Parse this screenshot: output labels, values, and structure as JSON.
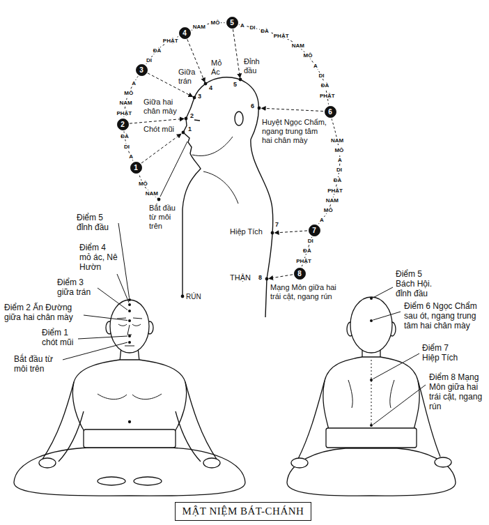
{
  "diagram": {
    "caption": "MẬT NIỆM BÁT-CHÁNH",
    "nodes": [
      {
        "text": [
          "1"
        ]
      },
      {
        "text": [
          "2"
        ]
      },
      {
        "text": [
          "3"
        ]
      },
      {
        "text": [
          "4"
        ]
      },
      {
        "text": [
          "5"
        ]
      },
      {
        "text": [
          "6"
        ]
      },
      {
        "text": [
          "7"
        ]
      },
      {
        "text": [
          "8"
        ]
      }
    ],
    "edges": [
      {
        "from": 0,
        "to": 1,
        "arrow": "none"
      },
      {
        "from": 1,
        "to": 2,
        "arrow": "none"
      },
      {
        "from": 2,
        "to": 3,
        "arrow": "none"
      },
      {
        "from": 3,
        "to": 4,
        "arrow": "none"
      },
      {
        "from": 4,
        "to": 5,
        "arrow": "none"
      },
      {
        "from": 5,
        "to": 6,
        "arrow": "none"
      },
      {
        "from": 6,
        "to": 7,
        "arrow": "none"
      }
    ],
    "labels": [
      "Giữa trán",
      "Mỏ Ác",
      "Đỉnh đầu",
      "Giữa hai chân mày",
      "Chót mũi",
      "Huyệt Ngọc Chẩm, ngang trung tâm hai chân mày",
      "Bắt đầu từ môi trên",
      "Hiệp Tích",
      "THẬN",
      "Mạng Môn giữa hai trái cật, ngang rún",
      "RÚN",
      "1",
      "2",
      "3",
      "4",
      "5",
      "6",
      "7",
      "8",
      "Điểm 5 đỉnh đầu",
      "Điểm 4 mỏ ác, Nê Hườn",
      "Điểm 3 giữa trán",
      "Điểm 2 Ấn Đường giữa hai chân mày",
      "Điểm 1 chót mũi",
      "Bắt đầu từ môi trên",
      "Điểm 5 Bách Hội. đỉnh đầu",
      "Điểm 6 Ngọc Chẩm sau ót, ngang trung tâm hai chân mày",
      "Điểm 7 Hiệp Tích",
      "Điểm 8 Mạng Môn giữa hai trái cật, ngang rún",
      "NAM",
      "MÔ",
      "A",
      "DI",
      "ĐÀ",
      "PHẬT",
      "NAM",
      "MÔ",
      "A",
      "DI",
      "ĐÀ",
      "PHẬT",
      "NAM",
      "MÔ",
      "A",
      "DI",
      "ĐÀ",
      "PHẬT",
      "NAM",
      "MÔ",
      "A",
      "DI",
      "ĐÀ",
      "PHẬT",
      "NAM",
      "MÔ",
      "A",
      "DI",
      "ĐÀ",
      "PHẬT",
      "NAM",
      "MÔ",
      "A",
      "DI",
      "ĐÀ",
      "PHẬT"
    ]
  }
}
